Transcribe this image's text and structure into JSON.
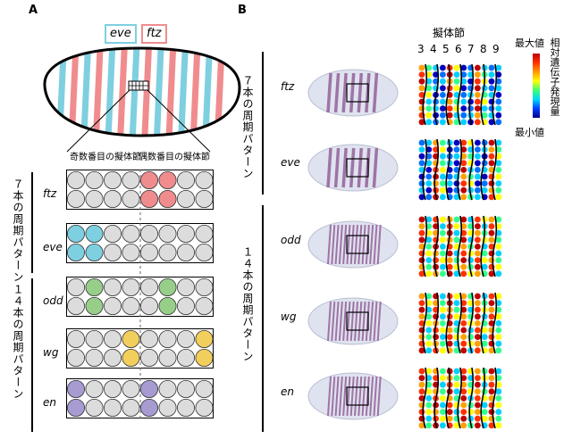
{
  "panels": {
    "a": "A",
    "b": "B"
  },
  "panel_a": {
    "legend": {
      "eve": "eve",
      "ftz": "ftz"
    },
    "headers": {
      "odd_segment": "奇数番目の擬体節",
      "even_segment": "偶数番目の擬体節"
    },
    "group7_label": "７本の周期パターン",
    "group14_label": "１４本の周期パターン",
    "rows": [
      {
        "gene": "ftz",
        "color": "#f08c8e",
        "cells": [
          4,
          5,
          8,
          9
        ]
      },
      {
        "gene": "eve",
        "color": "#7ecfe0",
        "cells": [
          0,
          1
        ]
      },
      {
        "gene": "odd",
        "color": "#97cf8a",
        "cells": [
          1,
          5
        ]
      },
      {
        "gene": "wg",
        "color": "#f2ce5c",
        "cells": [
          3,
          7
        ]
      },
      {
        "gene": "en",
        "color": "#a79bd2",
        "cells": [
          0,
          4
        ]
      }
    ]
  },
  "panel_b": {
    "title": "擬体節",
    "segment_numbers": [
      "3",
      "4",
      "5",
      "6",
      "7",
      "8",
      "9"
    ],
    "colorbar": {
      "max_label": "最大値",
      "min_label": "最小値",
      "title": "相対遺伝子発現量"
    },
    "group7_label": "７本の周期パターン",
    "group14_label": "１４本の周期パターン",
    "genes": [
      "ftz",
      "eve",
      "odd",
      "wg",
      "en"
    ]
  },
  "colors": {
    "eve_stripe": "#7ecfe0",
    "ftz_stripe": "#f08c8e",
    "cell_gray": "#dcdcdc",
    "embryo_purple": "#8a4f8e"
  }
}
